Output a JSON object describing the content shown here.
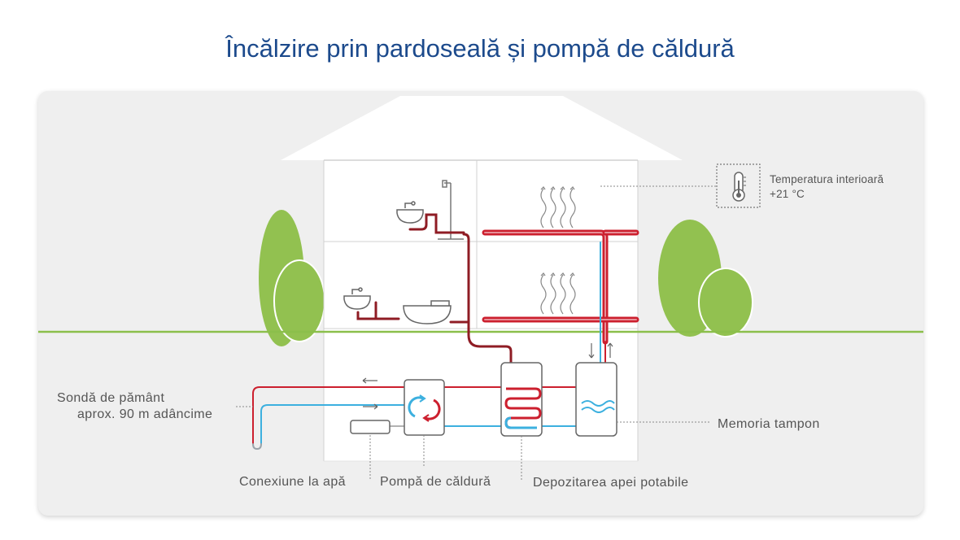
{
  "title": "Încălzire prin pardoseală și pompă de căldură",
  "labels": {
    "ground_probe_line1": "Sondă de pământ",
    "ground_probe_line2": "aprox. 90 m adâncime",
    "water_connection": "Conexiune la apă",
    "heat_pump": "Pompă de căldură",
    "potable_water_storage": "Depozitarea apei potabile",
    "buffer_storage": "Memoria tampon",
    "indoor_temp_line1": "Temperatura interioară",
    "indoor_temp_line2": "+21 °C"
  },
  "icons": [
    "thermometer-icon",
    "heat-pump-cycle-icon",
    "sink-icon",
    "shower-icon",
    "bathtub-icon",
    "heat-waves-icon"
  ],
  "colors": {
    "title": "#1c4a8c",
    "hot_pipe": "#cc1f2e",
    "hot_pipe_dark": "#8f1c24",
    "cold_pipe": "#3cb0df",
    "ground_line": "#8bbf4b",
    "tree": "#92c150",
    "panel_bg": "#efefef"
  }
}
